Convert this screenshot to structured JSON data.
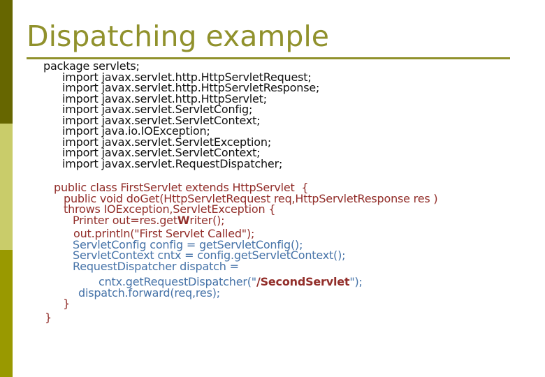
{
  "slide": {
    "title": "Dispatching example"
  },
  "colors": {
    "title": "#90912c",
    "bar_top": "#666600",
    "bar_middle": "#c9cc6a",
    "bar_bottom": "#999900",
    "code_black": "#111111",
    "code_red": "#922e2a",
    "code_blue": "#4673a8"
  },
  "code": {
    "block1": [
      {
        "indent": 62,
        "segments": [
          {
            "t": "package servlets;",
            "c": "k"
          }
        ]
      },
      {
        "indent": 89,
        "segments": [
          {
            "t": "import javax.servlet.http.HttpServletRequest;",
            "c": "k"
          }
        ]
      },
      {
        "indent": 89,
        "segments": [
          {
            "t": "import javax.servlet.http.HttpServletResponse;",
            "c": "k"
          }
        ]
      },
      {
        "indent": 89,
        "segments": [
          {
            "t": "import javax.servlet.http.HttpServlet;",
            "c": "k"
          }
        ]
      },
      {
        "indent": 89,
        "segments": [
          {
            "t": "import javax.servlet.ServletConfig;",
            "c": "k"
          }
        ]
      },
      {
        "indent": 89,
        "segments": [
          {
            "t": "import javax.servlet.ServletContext;",
            "c": "k"
          }
        ]
      },
      {
        "indent": 89,
        "segments": [
          {
            "t": "import java.io.IOException;",
            "c": "k"
          }
        ]
      },
      {
        "indent": 89,
        "segments": [
          {
            "t": "import javax.servlet.ServletException;",
            "c": "k"
          }
        ]
      },
      {
        "indent": 89,
        "segments": [
          {
            "t": "import javax.servlet.ServletContext;",
            "c": "k"
          }
        ]
      },
      {
        "indent": 89,
        "segments": [
          {
            "t": "import javax.servlet.RequestDispatcher;",
            "c": "k"
          }
        ]
      }
    ],
    "block2": [
      {
        "indent": 77,
        "segments": [
          {
            "t": "public class FirstServlet extends HttpServlet  {",
            "c": "r"
          }
        ]
      },
      {
        "indent": 91,
        "segments": [
          {
            "t": "public void doGet(HttpServletRequest req,HttpServletResponse res )",
            "c": "r"
          }
        ]
      },
      {
        "indent": 91,
        "segments": [
          {
            "t": "throws IOException,ServletException {",
            "c": "r"
          }
        ]
      },
      {
        "indent": 104,
        "segments": [
          {
            "t": "Printer out=res.get",
            "c": "r"
          },
          {
            "t": "W",
            "c": "rb"
          },
          {
            "t": "riter();",
            "c": "r"
          }
        ]
      },
      {
        "indent": 105,
        "mt": 4,
        "segments": [
          {
            "t": "out.println(\"First Servlet Called\");",
            "c": "r"
          }
        ]
      },
      {
        "indent": 104,
        "segments": [
          {
            "t": "ServletConfig config = getServletConfig();",
            "c": "b"
          }
        ]
      },
      {
        "indent": 104,
        "segments": [
          {
            "t": "ServletContext cntx = config.getServletContext();",
            "c": "b"
          }
        ]
      },
      {
        "indent": 104,
        "segments": [
          {
            "t": "RequestDispatcher dispatch =",
            "c": "b"
          }
        ]
      },
      {
        "indent": 141,
        "mt": 7,
        "segments": [
          {
            "t": "cntx.getRequestDispatcher(\"",
            "c": "b"
          },
          {
            "t": "/SecondServlet",
            "c": "rb"
          },
          {
            "t": "\");",
            "c": "b"
          }
        ]
      },
      {
        "indent": 112,
        "segments": [
          {
            "t": "dispatch.forward(req,res);",
            "c": "b"
          }
        ]
      },
      {
        "indent": 90,
        "segments": [
          {
            "t": "}",
            "c": "r"
          }
        ]
      },
      {
        "indent": 64,
        "mt": 4,
        "segments": [
          {
            "t": "}",
            "c": "r"
          }
        ]
      }
    ]
  }
}
